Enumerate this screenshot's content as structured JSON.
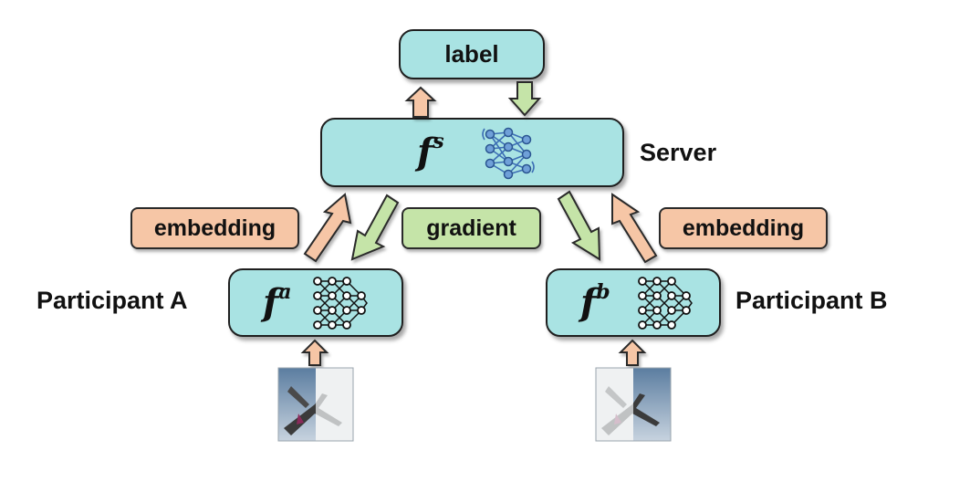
{
  "label_box": {
    "text": "label"
  },
  "server": {
    "name": "Server",
    "fn_base": "f",
    "fn_sup": "s"
  },
  "participant_a": {
    "name": "Participant A",
    "fn_base": "f",
    "fn_sup": "a"
  },
  "participant_b": {
    "name": "Participant B",
    "fn_base": "f",
    "fn_sup": "b"
  },
  "tags": {
    "embedding_left": "embedding",
    "gradient": "gradient",
    "embedding_right": "embedding"
  },
  "colors": {
    "box_fill": "#a9e3e3",
    "embedding": "#f6c6a6",
    "gradient": "#c5e4a8",
    "net": "#3d6fb5"
  }
}
